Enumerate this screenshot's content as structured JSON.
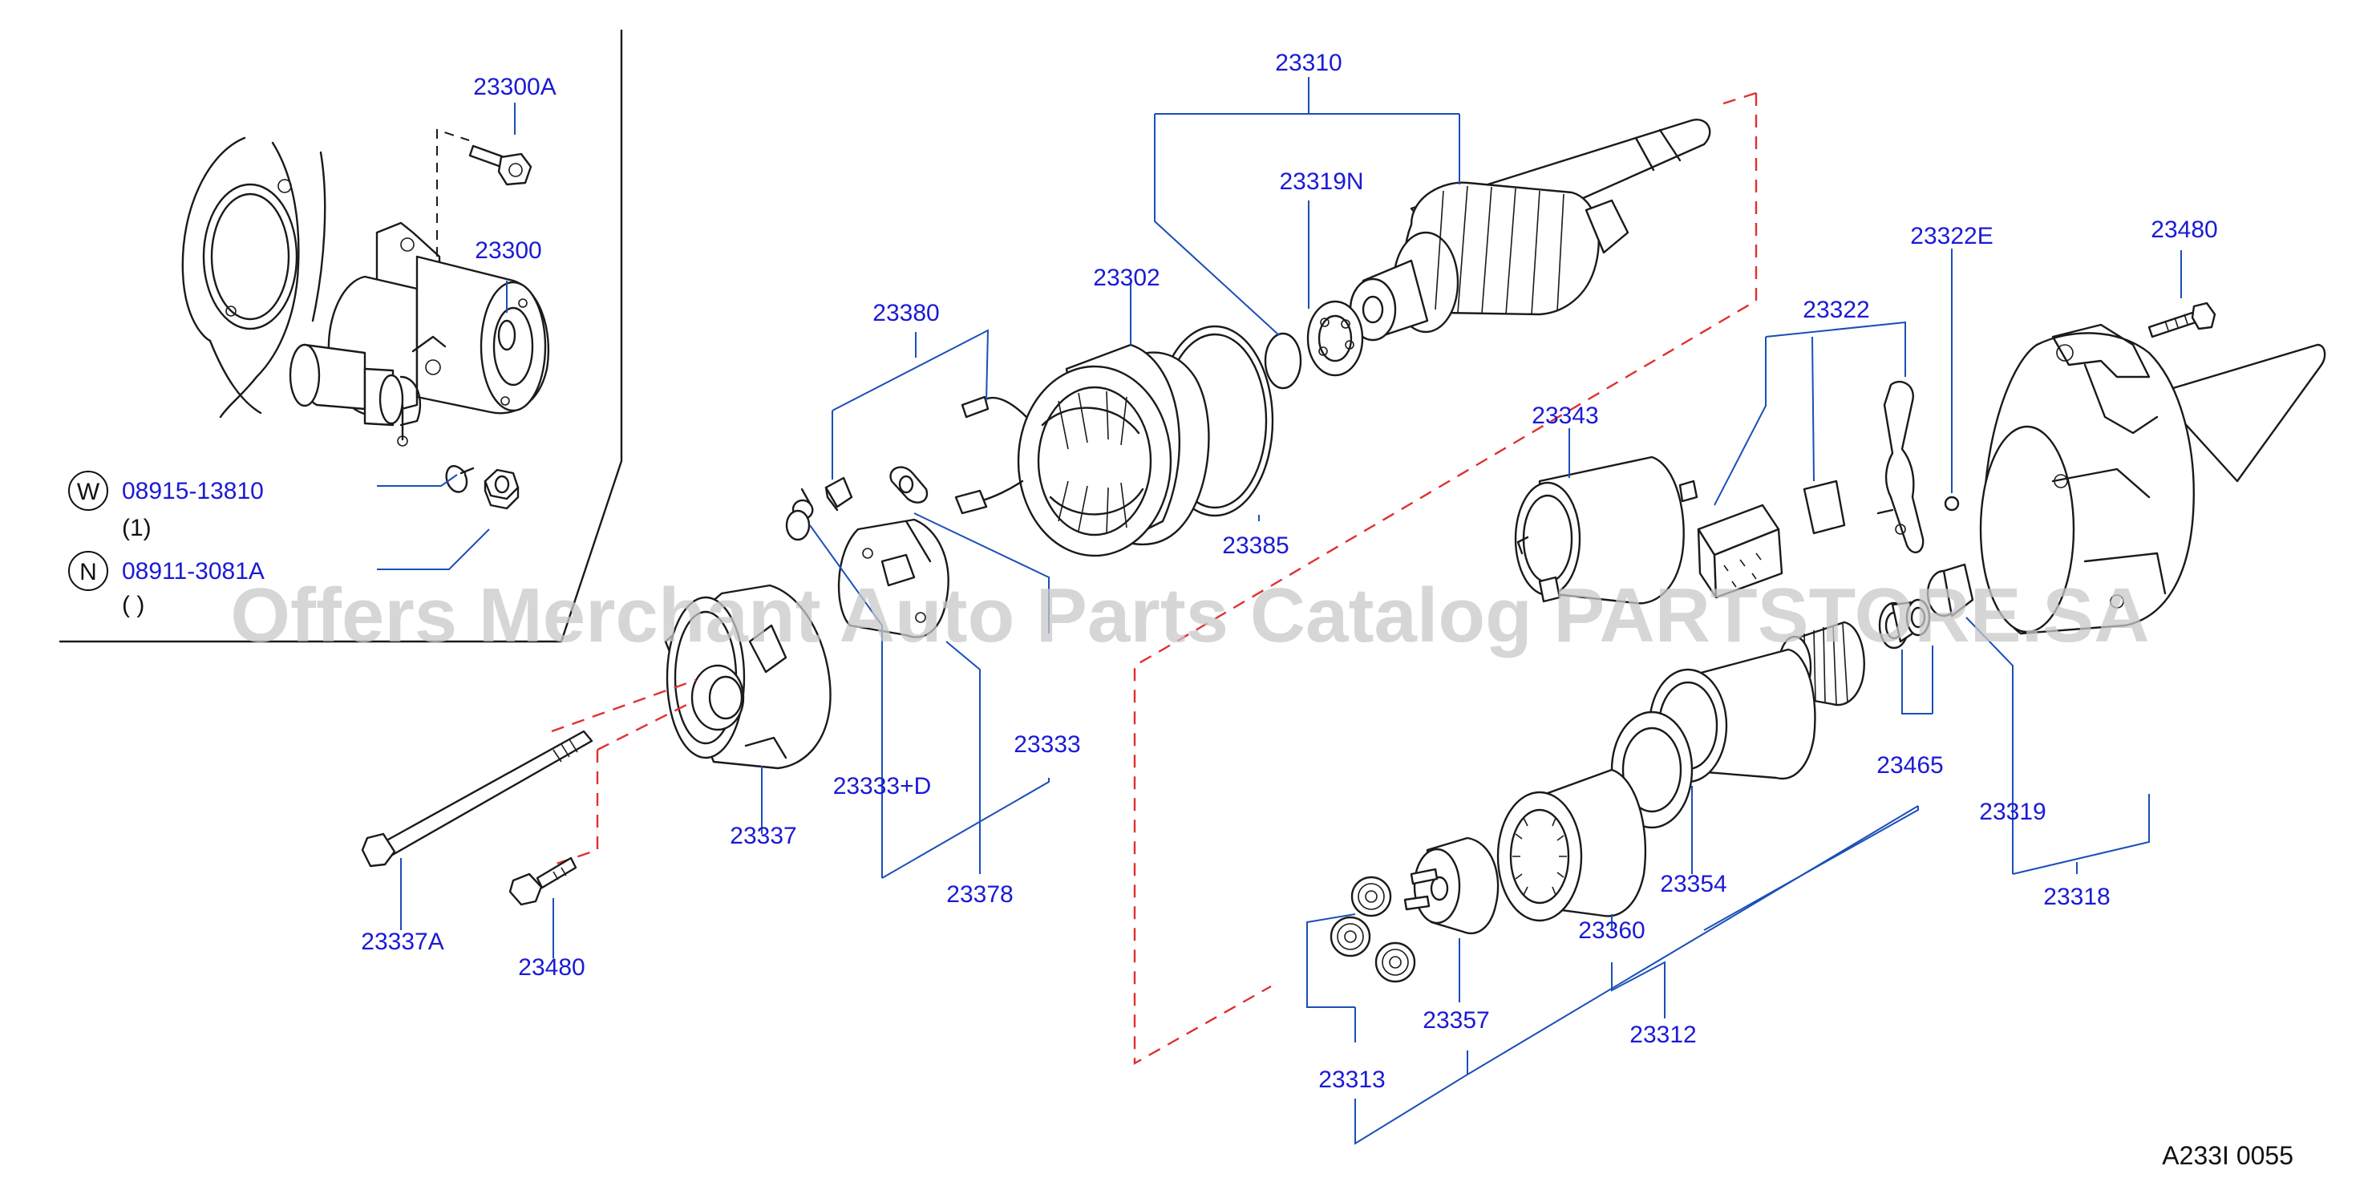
{
  "labels": {
    "p23300A": "23300A",
    "p23300": "23300",
    "p08915": "08915-13810",
    "p08915_qty": "(1)",
    "p08911": "08911-3081A",
    "p08911_qty": "( )",
    "p23310": "23310",
    "p23319N": "23319N",
    "p23302": "23302",
    "p23380": "23380",
    "p23385": "23385",
    "p23322E": "23322E",
    "p23480_top": "23480",
    "p23322": "23322",
    "p23343": "23343",
    "p23333": "23333",
    "p23333D": "23333+D",
    "p23337": "23337",
    "p23378": "23378",
    "p23337A": "23337A",
    "p23480_bottom": "23480",
    "p23465": "23465",
    "p23319": "23319",
    "p23318": "23318",
    "p23354": "23354",
    "p23360": "23360",
    "p23357": "23357",
    "p23312": "23312",
    "p23313": "23313"
  },
  "markers": {
    "washer": "W",
    "nut": "N"
  },
  "watermark": "Offers Merchant Auto Parts Catalog PARTSTORE.SA",
  "diagram_code": "A233I  0055",
  "colors": {
    "part_label": "#1a1ad6",
    "leader": "#1a4fb8",
    "dash": "#e03030"
  }
}
